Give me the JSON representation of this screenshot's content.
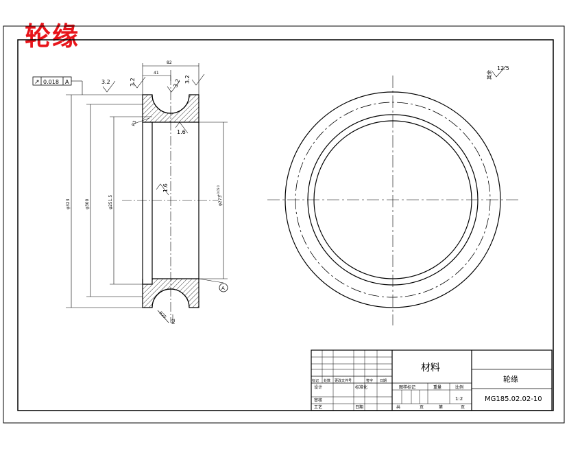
{
  "drawing_title": "轮缘",
  "tolerance_frame": {
    "symbol": "↗",
    "value": "0.018",
    "datum": "A"
  },
  "roughness": {
    "top_left": "3.2",
    "top_mid_a": "3.2",
    "top_mid_b": "3.2",
    "top_right": "3.2",
    "groove": "1.6",
    "bore": "1.6",
    "general_value": "12.5",
    "general_label": "其余"
  },
  "dimensions": {
    "width_total": "82",
    "width_half": "41",
    "dia_outer": "φ323",
    "dia_300": "φ300",
    "dia_bore": "φ251.5",
    "dia_fit": "φ273",
    "dia_fit_tol": "+0.05 0",
    "radius_top": "R3",
    "radius_groove": "R25",
    "radius_small": "R2"
  },
  "datum_label": "A",
  "title_block": {
    "material_label": "材料",
    "part_name": "轮缘",
    "part_number": "MG185.02.02-10",
    "scale": "1:2",
    "headers": [
      "标记",
      "处数",
      "更改文件号",
      "签字",
      "日期"
    ],
    "sign_labels": {
      "design": "设计",
      "standardize": "标准化",
      "review": "审核",
      "process": "工艺",
      "date": "日期"
    },
    "mid_headers": [
      "图样标记",
      "重量",
      "比例"
    ],
    "sheet_labels": [
      "共",
      "页",
      "第",
      "页"
    ]
  }
}
